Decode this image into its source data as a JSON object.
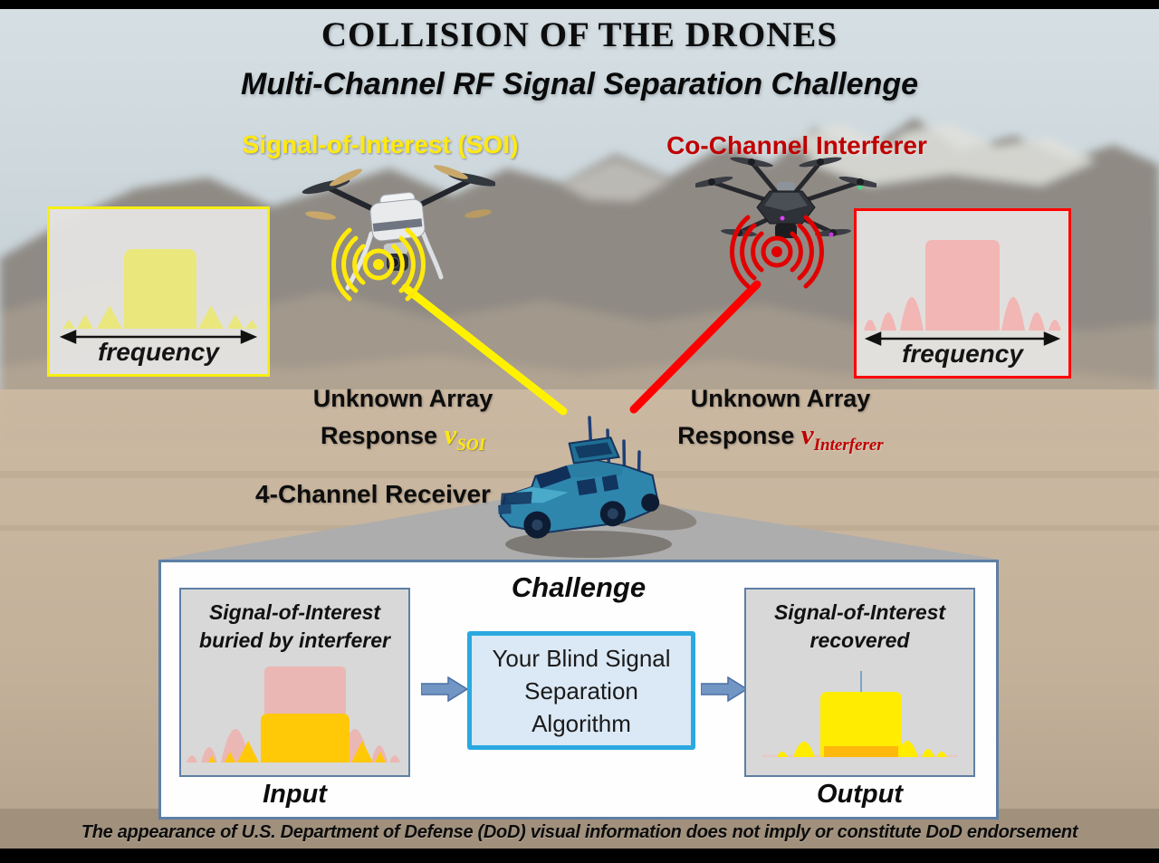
{
  "header": {
    "title": "COLLISION OF THE DRONES",
    "subtitle": "Multi-Channel RF Signal Separation Challenge"
  },
  "drones": {
    "soi_label": "Signal-of-Interest (SOI)",
    "interferer_label": "Co-Channel Interferer"
  },
  "spectrum_panels": {
    "soi": {
      "axis_label": "frequency"
    },
    "interferer": {
      "axis_label": "frequency"
    }
  },
  "array_response": {
    "line1": "Unknown Array",
    "response_word": "Response",
    "soi": {
      "symbol": "v",
      "subscript": "SOI"
    },
    "interferer": {
      "symbol": "v",
      "subscript": "Interferer"
    }
  },
  "receiver": {
    "label": "4-Channel Receiver"
  },
  "challenge": {
    "heading": "Challenge",
    "input": {
      "title_line1": "Signal-of-Interest",
      "title_line2": "buried by interferer",
      "caption": "Input"
    },
    "algorithm": {
      "line1": "Your Blind Signal",
      "line2": "Separation",
      "line3": "Algorithm"
    },
    "output": {
      "title_line1": "Signal-of-Interest",
      "title_line2": "recovered",
      "caption": "Output"
    }
  },
  "footer": {
    "disclaimer": "The appearance of U.S. Department of Defense (DoD) visual information does not imply or constitute DoD endorsement"
  },
  "colors": {
    "soi_yellow": "#FFE911",
    "interferer_red": "#C00000",
    "beam_yellow": "#FFF200",
    "beam_red": "#FF0000",
    "algorithm_border": "#2AA9E0",
    "panel_border_blue": "#5D7FA5",
    "arrow_blue": "#7296C4"
  }
}
